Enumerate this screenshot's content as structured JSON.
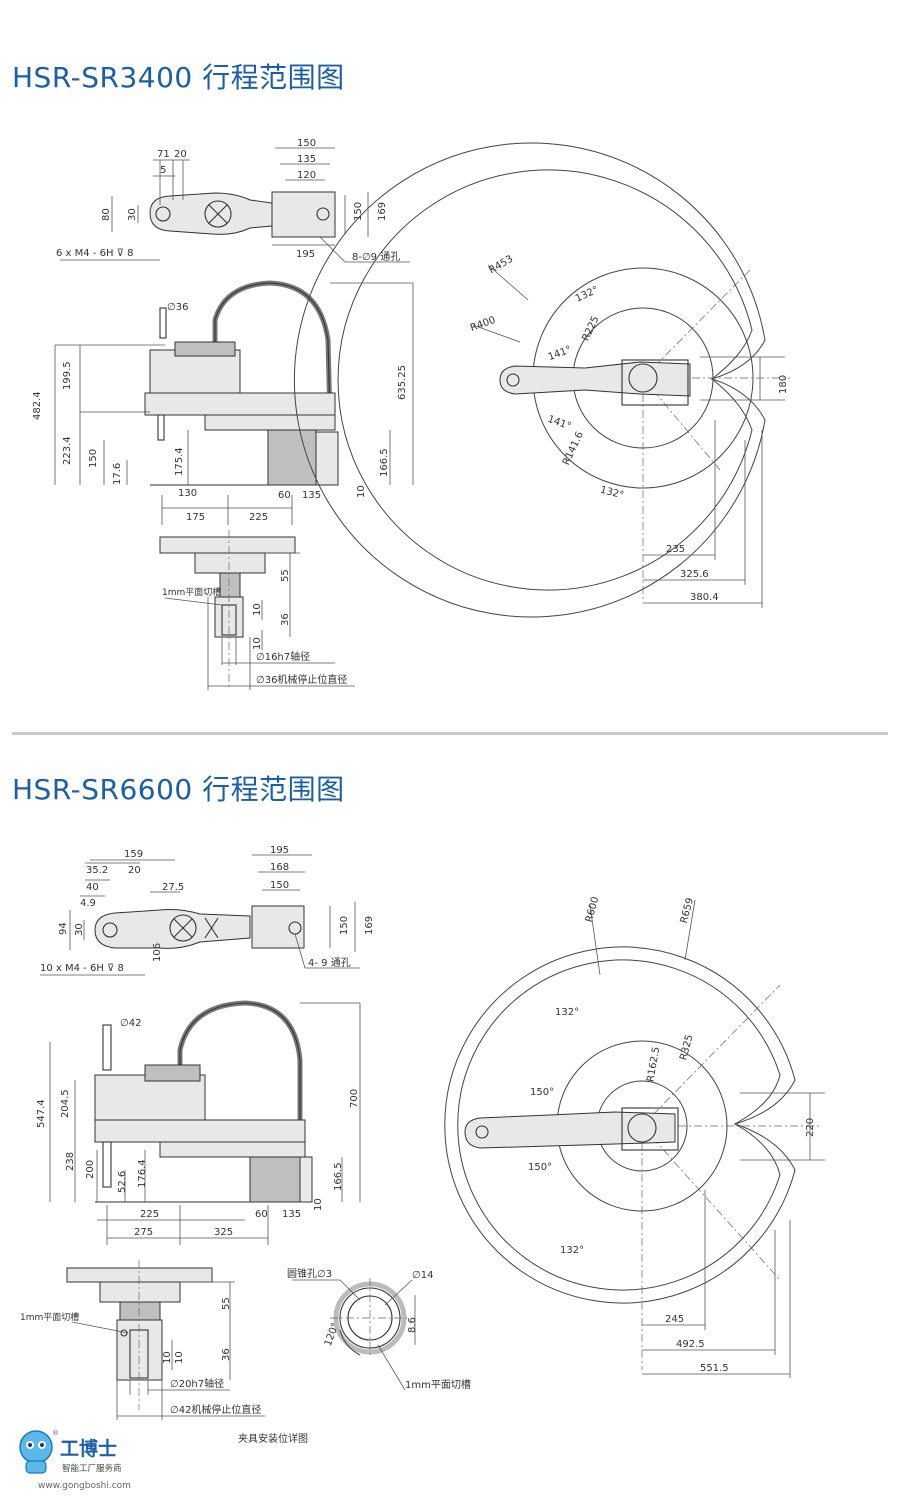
{
  "section1": {
    "title": "HSR-SR3400 行程范围图",
    "top_view": {
      "dims_top": [
        "71",
        "20",
        "5"
      ],
      "dims_left": [
        "80",
        "30"
      ],
      "hole_note": "6 x  M4 - 6H ⊽ 8",
      "base_dims_top": [
        "150",
        "135",
        "120"
      ],
      "base_dims_right": [
        "150",
        "169"
      ],
      "base_dim_bottom": "195",
      "base_hole_note": "8-∅9 通孔"
    },
    "side_view": {
      "shaft_dia": "∅36",
      "height_total": "635.25",
      "dims_left": [
        "482.4",
        "199.5",
        "223.4",
        "150",
        "17.6"
      ],
      "dims_mid": [
        "175.4",
        "130"
      ],
      "dims_base": [
        "166.5",
        "10",
        "60",
        "135"
      ],
      "dims_bottom": [
        "175",
        "225"
      ]
    },
    "detail_view": {
      "dims_right": [
        "55",
        "36",
        "10",
        "10"
      ],
      "flat_note": "1mm平面切槽",
      "shaft_note": "∅16h7轴径",
      "stop_note": "∅36机械停止位直径"
    },
    "range_view": {
      "radii": [
        "R453",
        "R400",
        "R225",
        "R141.6"
      ],
      "angles": [
        "132°",
        "141°",
        "141°",
        "132°"
      ],
      "dim_right": "180",
      "dims_bottom": [
        "235",
        "325.6",
        "380.4"
      ]
    }
  },
  "section2": {
    "title": "HSR-SR6600 行程范围图",
    "top_view": {
      "dims_top": [
        "159",
        "35.2",
        "20",
        "40",
        "4.9",
        "27.5"
      ],
      "dims_left": [
        "94",
        "30",
        "106"
      ],
      "hole_note": "10 x  M4 - 6H ⊽ 8",
      "base_dims_top": [
        "195",
        "168",
        "150"
      ],
      "base_dims_right": [
        "150",
        "169"
      ],
      "base_hole_note": "4-  9 通孔"
    },
    "side_view": {
      "shaft_dia": "∅42",
      "height_total": "700",
      "dims_left": [
        "547.4",
        "204.5",
        "238",
        "200",
        "52.6",
        "176.4"
      ],
      "dims_base": [
        "166.5",
        "10",
        "60",
        "135"
      ],
      "dims_bottom": [
        "225",
        "275",
        "325"
      ]
    },
    "detail_view": {
      "dims_right": [
        "55",
        "36",
        "10",
        "10"
      ],
      "flat_note": "1mm平面切槽",
      "shaft_note": "∅20h7轴径",
      "stop_note": "∅42机械停止位直径",
      "caption": "夹具安装位详图"
    },
    "cross_section": {
      "pin_note": "圆锥孔∅3",
      "dia_note": "∅14",
      "angle": "120°",
      "depth": "8.6",
      "flat_note": "1mm平面切槽"
    },
    "range_view": {
      "radii": [
        "R600",
        "R659",
        "R325",
        "R162.5"
      ],
      "angles": [
        "132°",
        "150°",
        "150°",
        "132°"
      ],
      "dim_right": "220",
      "dims_bottom": [
        "245",
        "492.5",
        "551.5"
      ]
    }
  },
  "logo": {
    "name": "工博士",
    "tagline": "智能工厂服务商",
    "url": "www.gongboshi.com",
    "mark": "®"
  },
  "colors": {
    "title": "#1a5fa8",
    "line": "#333333",
    "separator": "#c8c8c8"
  }
}
